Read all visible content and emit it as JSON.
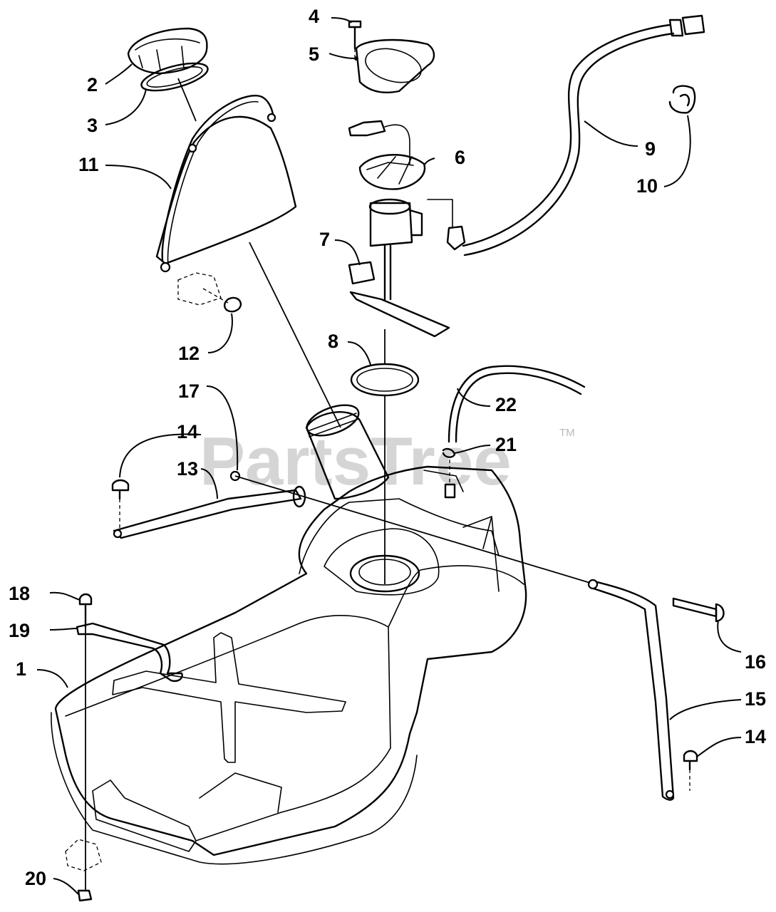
{
  "watermark": {
    "brand": "PartsTree",
    "trademark": "TM"
  },
  "callouts": {
    "c1": "1",
    "c2": "2",
    "c3": "3",
    "c4": "4",
    "c5": "5",
    "c6": "6",
    "c7": "7",
    "c8": "8",
    "c9": "9",
    "c10": "10",
    "c11": "11",
    "c12": "12",
    "c13": "13",
    "c14a": "14",
    "c14b": "14",
    "c15": "15",
    "c16": "16",
    "c17": "17",
    "c18": "18",
    "c19": "19",
    "c20": "20",
    "c21": "21",
    "c22": "22"
  }
}
